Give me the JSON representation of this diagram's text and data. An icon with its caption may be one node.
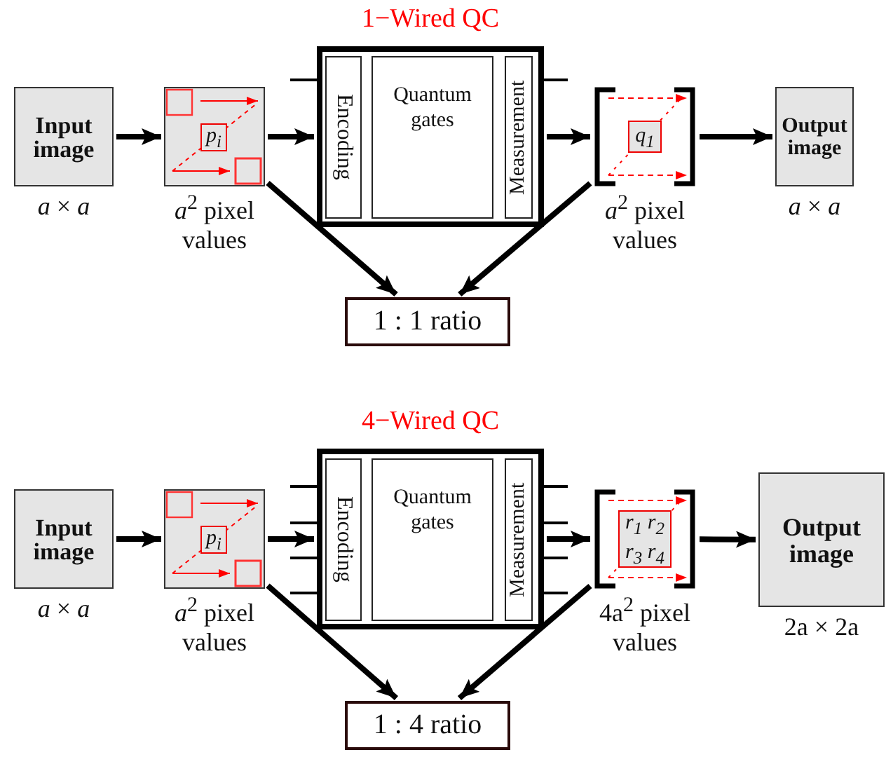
{
  "diagram": {
    "nodes": [
      {
        "text": [
          "Input image"
        ],
        "beside": [
          "*a* × *a*"
        ]
      },
      {
        "text": [
          "p$_{i}$"
        ],
        "beside": [
          "*a*$^{2}$ pixel values"
        ]
      },
      {
        "text": [
          "1−Wired QC"
        ]
      },
      {
        "text": [
          "Encoding"
        ],
        "in": 2
      },
      {
        "text": [
          "Quantum gates"
        ],
        "in": 2
      },
      {
        "text": [
          "Measurement"
        ],
        "in": 2
      },
      {
        "text": [
          "q$_{1}$"
        ],
        "beside": [
          "*a*$^{2}$ pixel values"
        ]
      },
      {
        "text": [
          "Output image"
        ],
        "beside": [
          "*a* × *a*"
        ]
      },
      {
        "text": [
          "1 : 1 ratio"
        ]
      },
      {
        "text": [
          "Input image"
        ],
        "beside": [
          "*a* × *a*"
        ]
      },
      {
        "text": [
          "p$_{i}$"
        ],
        "beside": [
          "*a*$^{2}$ pixel values"
        ]
      },
      {
        "text": [
          "4−Wired QC"
        ]
      },
      {
        "text": [
          "Encoding"
        ],
        "in": 11
      },
      {
        "text": [
          "Quantum gates"
        ],
        "in": 11
      },
      {
        "text": [
          "Measurement"
        ],
        "in": 11
      },
      {
        "text": [
          "r$_{1}$ r$_{2}$ r$_{3}$ r$_{4}$"
        ],
        "beside": [
          "4a$^{2}$ pixel values"
        ]
      },
      {
        "text": [
          "Output image"
        ],
        "beside": [
          "2a × 2a"
        ]
      },
      {
        "text": [
          "1 : 4 ratio"
        ]
      }
    ],
    "edges": [
      {
        "from": 0,
        "to": 1,
        "arrow": "to"
      },
      {
        "from": 1,
        "to": 2,
        "arrow": "to"
      },
      {
        "from": 2,
        "to": 6,
        "arrow": "to"
      },
      {
        "from": 6,
        "to": 7,
        "arrow": "to"
      },
      {
        "from": 1,
        "to": 8,
        "arrow": "to"
      },
      {
        "from": 6,
        "to": 8,
        "arrow": "to"
      },
      {
        "from": 9,
        "to": 10,
        "arrow": "to"
      },
      {
        "from": 10,
        "to": 11,
        "arrow": "to"
      },
      {
        "from": 11,
        "to": 15,
        "arrow": "to"
      },
      {
        "from": 15,
        "to": 16,
        "arrow": "to"
      },
      {
        "from": 10,
        "to": 17,
        "arrow": "to"
      },
      {
        "from": 15,
        "to": 17,
        "arrow": "to"
      }
    ]
  }
}
